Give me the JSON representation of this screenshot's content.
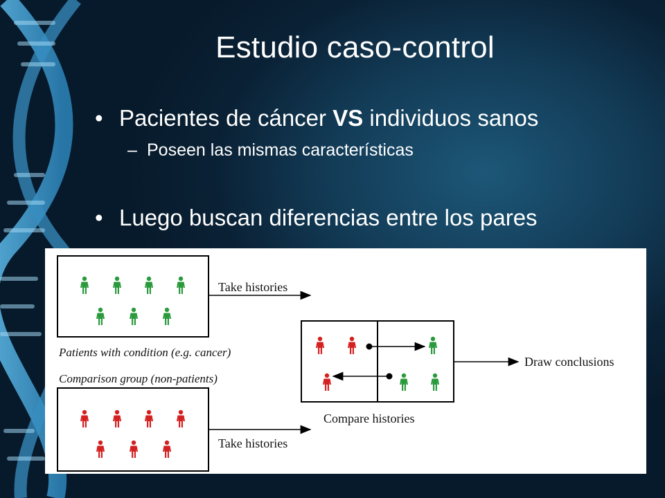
{
  "slide": {
    "title": "Estudio caso-control",
    "bullets": [
      {
        "pre": "Pacientes de cáncer ",
        "bold": "VS",
        "post": " individuos sanos",
        "sub": "Poseen las mismas características"
      },
      {
        "text": "Luego buscan diferencias entre los pares"
      }
    ]
  },
  "diagram": {
    "patients_label": "Patients with condition (e.g. cancer)",
    "comparison_label": "Comparison group (non-patients)",
    "take_histories_top": "Take histories",
    "take_histories_bottom": "Take histories",
    "compare_histories": "Compare histories",
    "draw_conclusions": "Draw conclusions",
    "colors": {
      "case": "#d42020",
      "control": "#2a9a3c",
      "outline": "#000000"
    }
  }
}
